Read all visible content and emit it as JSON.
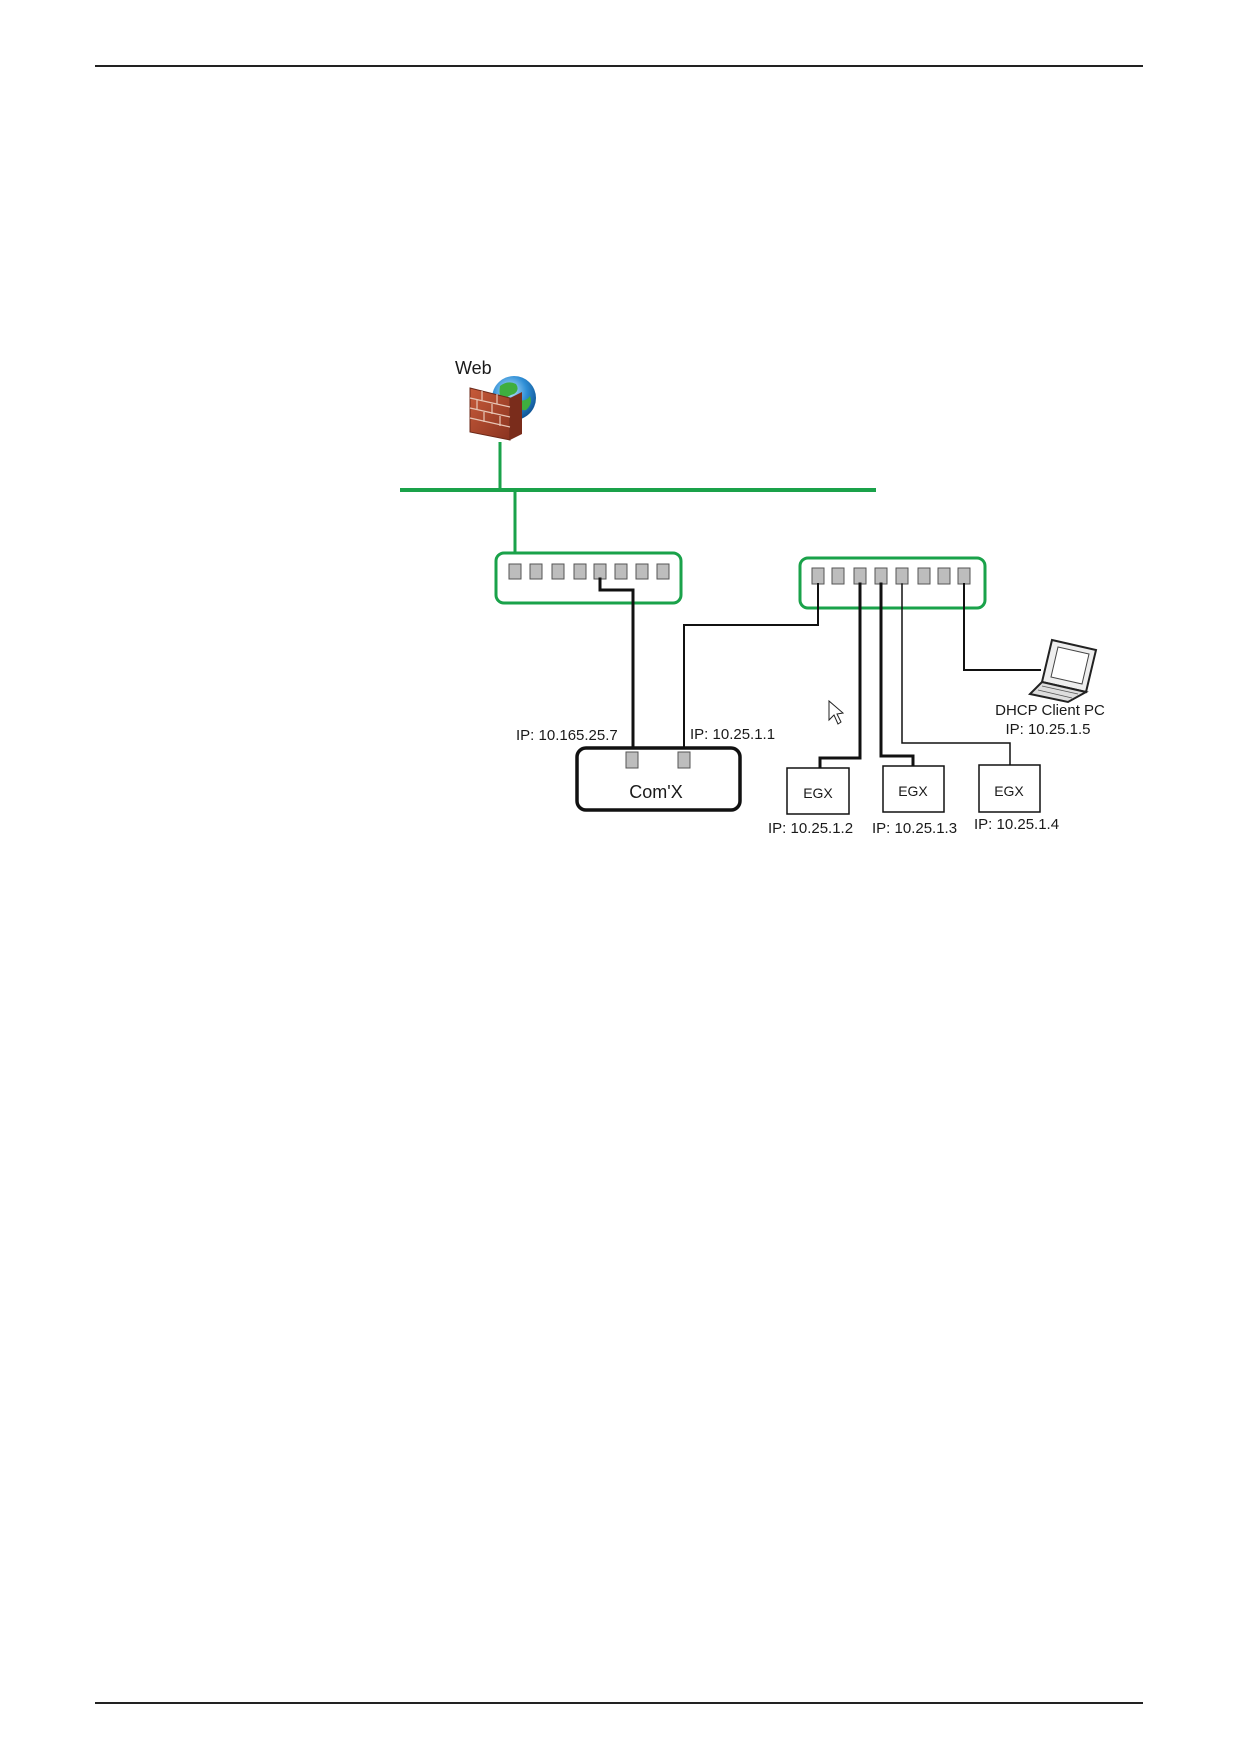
{
  "diagram": {
    "web_label": "Web",
    "comx": {
      "label": "Com'X",
      "ip_wan": "IP: 10.165.25.7",
      "ip_lan": "IP: 10.25.1.1"
    },
    "egx_devices": [
      {
        "label": "EGX",
        "ip": "IP: 10.25.1.2"
      },
      {
        "label": "EGX",
        "ip": "IP: 10.25.1.3"
      },
      {
        "label": "EGX",
        "ip": "IP: 10.25.1.4"
      }
    ],
    "dhcp_client": {
      "label": "DHCP Client PC",
      "ip": "IP: 10.25.1.5"
    },
    "colors": {
      "network": "#1aa24a",
      "cable": "#111111",
      "port": "#bdbdbd"
    },
    "icons": [
      "firewall-icon",
      "globe-icon",
      "laptop-icon",
      "cursor-icon"
    ]
  }
}
